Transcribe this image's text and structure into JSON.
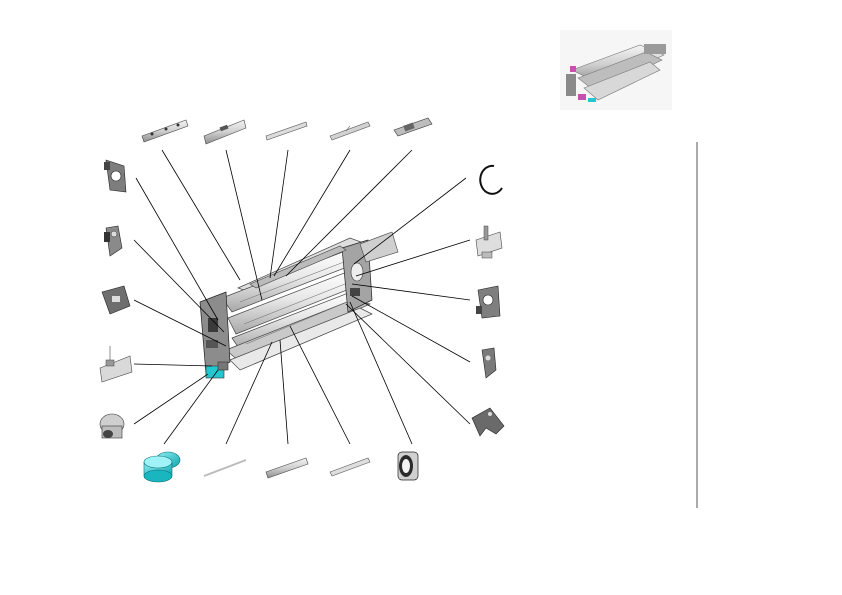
{
  "diagram": {
    "type": "exploded-parts-view",
    "assembly_name": "fuser-assembly",
    "part_callouts": [
      {
        "id": "rail-top-1",
        "icon": "bracket-rail"
      },
      {
        "id": "rail-top-2",
        "icon": "bracket-rail"
      },
      {
        "id": "rail-top-3",
        "icon": "thin-rail"
      },
      {
        "id": "rail-top-4",
        "icon": "thin-rail"
      },
      {
        "id": "sensor-bar",
        "icon": "sensor-bar"
      },
      {
        "id": "side-plate-left",
        "icon": "side-plate"
      },
      {
        "id": "lever-left",
        "icon": "lever"
      },
      {
        "id": "bracket-left",
        "icon": "bracket"
      },
      {
        "id": "mount-bracket-left",
        "icon": "mount-bracket"
      },
      {
        "id": "bushing-left",
        "icon": "bushing"
      },
      {
        "id": "gear-drive",
        "icon": "gear"
      },
      {
        "id": "pin-bottom",
        "icon": "pin"
      },
      {
        "id": "rail-bottom-1",
        "icon": "thin-rail"
      },
      {
        "id": "rail-bottom-2",
        "icon": "thin-rail"
      },
      {
        "id": "roller-bushing",
        "icon": "bushing-ring"
      },
      {
        "id": "e-ring",
        "icon": "e-ring"
      },
      {
        "id": "terminal-right",
        "icon": "terminal"
      },
      {
        "id": "side-plate-right",
        "icon": "side-plate"
      },
      {
        "id": "lever-right",
        "icon": "lever"
      },
      {
        "id": "arm-right",
        "icon": "arm"
      }
    ],
    "colors": {
      "line": "#000000",
      "part_gray": "#9a9a9a",
      "part_light": "#e2e2e2",
      "accent_cyan": "#22c7d0",
      "accent_magenta": "#c94fb1",
      "divider": "#555555"
    }
  }
}
